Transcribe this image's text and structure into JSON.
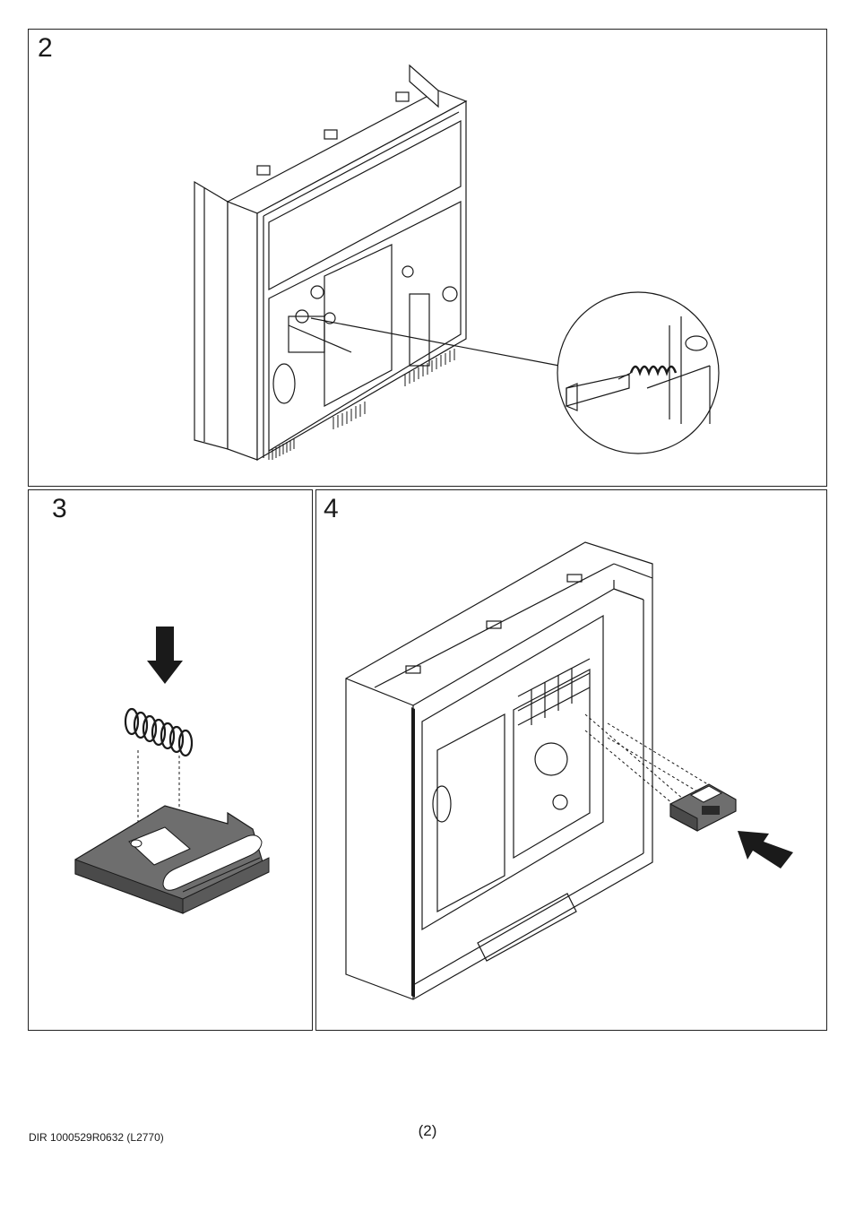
{
  "steps": {
    "step2": {
      "number": "2"
    },
    "step3": {
      "number": "3"
    },
    "step4": {
      "number": "4"
    }
  },
  "footer": {
    "document_code": "DIR 1000529R0632 (L2770)",
    "page_number": "(2)"
  },
  "colors": {
    "line": "#1a1a1a",
    "part_fill": "#6e6e6e",
    "part_dark": "#4a4a4a",
    "panel_fill": "#ffffff"
  },
  "icons": [
    "arrow-down-icon",
    "arrow-diagonal-icon"
  ]
}
